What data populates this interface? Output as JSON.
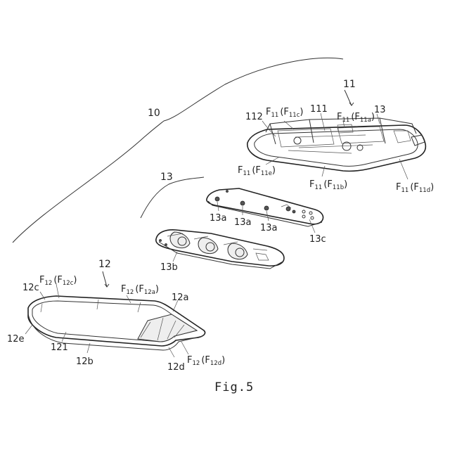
{
  "labels": {
    "l10": "10",
    "l11": "11",
    "l111": "111",
    "l112": "112",
    "l13top": "13",
    "l13": "13",
    "l13a": "13a",
    "l13b": "13b",
    "l13c": "13c",
    "l12": "12",
    "l12a": "12a",
    "l12b": "12b",
    "l12c": "12c",
    "l12d": "12d",
    "l12e": "12e",
    "l121": "121"
  },
  "flabels": {
    "f11c": {
      "base": "F",
      "sub1": "11",
      "mid": "(F",
      "sub2": "11c",
      "end": ")"
    },
    "f11a": {
      "base": "F",
      "sub1": "11",
      "mid": "(F",
      "sub2": "11a",
      "end": ")"
    },
    "f11e": {
      "base": "F",
      "sub1": "11",
      "mid": "(F",
      "sub2": "11e",
      "end": ")"
    },
    "f11b": {
      "base": "F",
      "sub1": "11",
      "mid": "(F",
      "sub2": "11b",
      "end": ")"
    },
    "f11d": {
      "base": "F",
      "sub1": "11",
      "mid": "(F",
      "sub2": "11d",
      "end": ")"
    },
    "f12c": {
      "base": "F",
      "sub1": "12",
      "mid": "(F",
      "sub2": "12c",
      "end": ")"
    },
    "f12a": {
      "base": "F",
      "sub1": "12",
      "mid": "(F",
      "sub2": "12a",
      "end": ")"
    },
    "f12d": {
      "base": "F",
      "sub1": "12",
      "mid": "(F",
      "sub2": "12d",
      "end": ")"
    }
  },
  "caption": "Fig.5"
}
